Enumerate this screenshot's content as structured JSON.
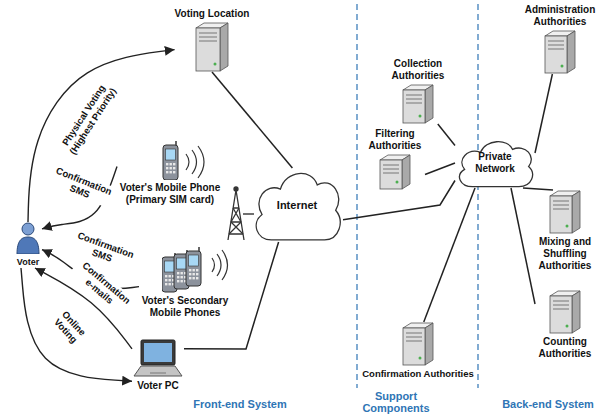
{
  "diagram": {
    "nodes": [
      {
        "text": [
          "Voter"
        ]
      },
      {
        "text": [
          "Voting Location"
        ]
      },
      {
        "text": [
          "Voter's Mobile Phone (Primary SIM card)"
        ]
      },
      {
        "text": [
          "Voter's Secondary Mobile Phones"
        ]
      },
      {
        "text": [
          "Voter PC"
        ]
      },
      {
        "text": [
          "Internet"
        ]
      },
      {
        "text": [
          "Collection Authorities"
        ]
      },
      {
        "text": [
          "Filtering Authorities"
        ]
      },
      {
        "text": [
          "Confirmation Authorities"
        ]
      },
      {
        "text": [
          "Private Network"
        ]
      },
      {
        "text": [
          "Administration Authorities"
        ]
      },
      {
        "text": [
          "Mixing and Shuffling Authorities"
        ]
      },
      {
        "text": [
          "Counting Authorities"
        ]
      }
    ],
    "edges": [
      {
        "from": 0,
        "to": 1,
        "arrow": "to",
        "label": "Physical Voting (Highest Priority)"
      },
      {
        "from": 2,
        "to": 0,
        "arrow": "to",
        "label": "Confirmation SMS"
      },
      {
        "from": 3,
        "to": 0,
        "arrow": "to",
        "label": "Confirmation SMS"
      },
      {
        "from": 4,
        "to": 0,
        "arrow": "to",
        "label": "Confirmation e-mails"
      },
      {
        "from": 0,
        "to": 4,
        "arrow": "to",
        "label": "Online Voting"
      },
      {
        "from": 1,
        "to": 5,
        "arrow": "none"
      },
      {
        "from": 4,
        "to": 5,
        "arrow": "none"
      },
      {
        "from": 5,
        "to": 9,
        "arrow": "none"
      },
      {
        "from": 9,
        "to": 6,
        "arrow": "none"
      },
      {
        "from": 9,
        "to": 7,
        "arrow": "none"
      },
      {
        "from": 9,
        "to": 8,
        "arrow": "none"
      },
      {
        "from": 9,
        "to": 10,
        "arrow": "none"
      },
      {
        "from": 9,
        "to": 11,
        "arrow": "none"
      },
      {
        "from": 9,
        "to": 12,
        "arrow": "none"
      }
    ],
    "labels": [
      "Front-end System",
      "Support Components",
      "Back-end System"
    ]
  }
}
